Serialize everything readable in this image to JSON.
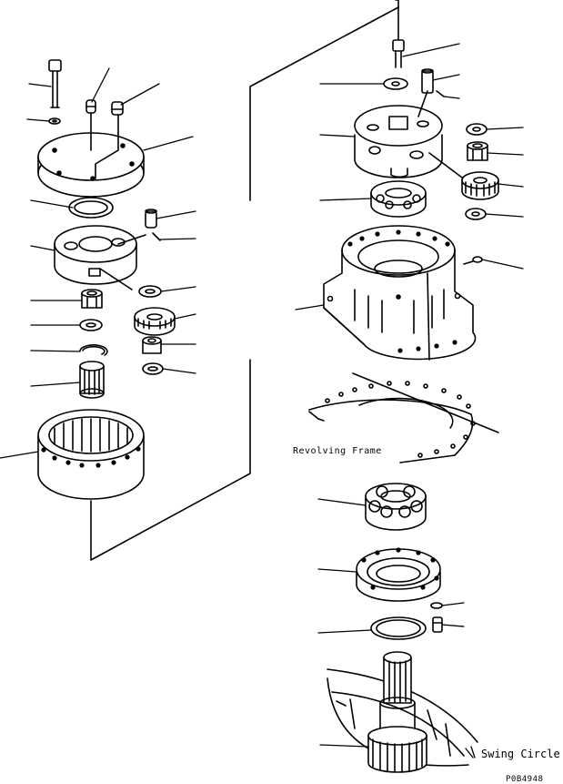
{
  "labels": {
    "revolving_frame": "Revolving Frame",
    "swing_circle": "Swing Circle",
    "drawing_number": "P0B4948"
  }
}
